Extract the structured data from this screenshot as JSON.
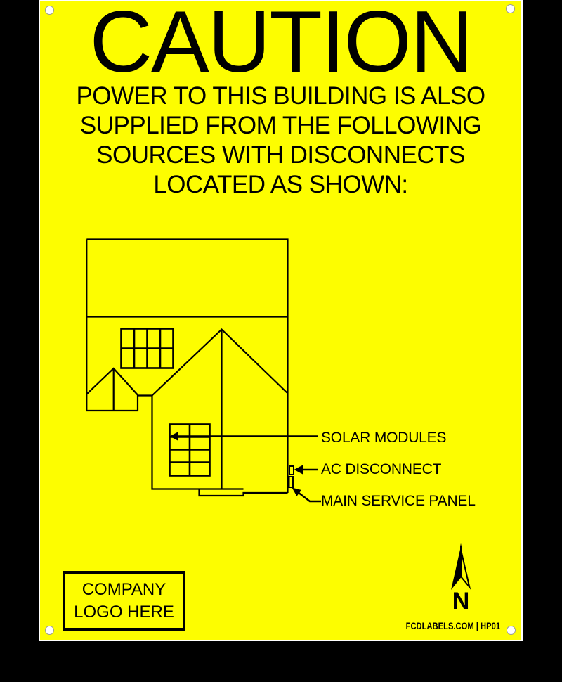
{
  "sign": {
    "title": "CAUTION",
    "subtitle_lines": [
      "POWER TO THIS BUILDING IS ALSO",
      "SUPPLIED FROM THE FOLLOWING",
      "SOURCES WITH DISCONNECTS",
      "LOCATED AS SHOWN:"
    ],
    "diagram_labels": {
      "solar_modules": "SOLAR MODULES",
      "ac_disconnect": "AC DISCONNECT",
      "main_service_panel": "MAIN SERVICE PANEL"
    },
    "compass": {
      "letter": "N"
    },
    "logo_box": {
      "line1": "COMPANY",
      "line2": "LOGO HERE"
    },
    "footer": "FCDLABELS.COM | HP01",
    "colors": {
      "label_yellow": "#FDFD00",
      "ink_black": "#000000",
      "backdrop_black": "#000000",
      "edge_white": "#FFFFFF",
      "hole_ring_gray": "#9A9A9A"
    }
  }
}
